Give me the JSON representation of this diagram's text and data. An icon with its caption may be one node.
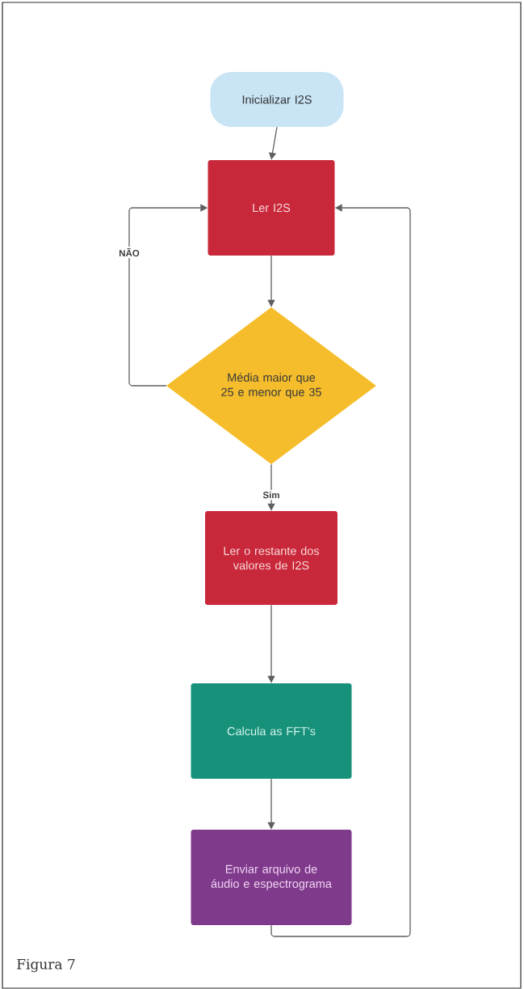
{
  "diagram": {
    "nodes": [
      {
        "text": [
          "Inicializar I2S"
        ]
      },
      {
        "text": [
          "Ler I2S"
        ]
      },
      {
        "text": [
          "Média maior que 25 e menor que 35"
        ]
      },
      {
        "text": [
          "Ler o restante dos valores de I2S"
        ]
      },
      {
        "text": [
          "Calcula as FFT's"
        ]
      },
      {
        "text": [
          "Enviar arquivo de áudio e espectrograma"
        ]
      }
    ],
    "edges": [
      {
        "from": 0,
        "to": 1,
        "arrow": "to"
      },
      {
        "from": 1,
        "to": 2,
        "arrow": "to"
      },
      {
        "from": 2,
        "to": 1,
        "arrow": "to",
        "label": "NÃO"
      },
      {
        "from": 2,
        "to": 3,
        "arrow": "to",
        "label": "Sim"
      },
      {
        "from": 3,
        "to": 4,
        "arrow": "to"
      },
      {
        "from": 4,
        "to": 5,
        "arrow": "to"
      },
      {
        "from": 5,
        "to": 1,
        "arrow": "to"
      }
    ],
    "labels": [
      "Figura 7"
    ]
  }
}
